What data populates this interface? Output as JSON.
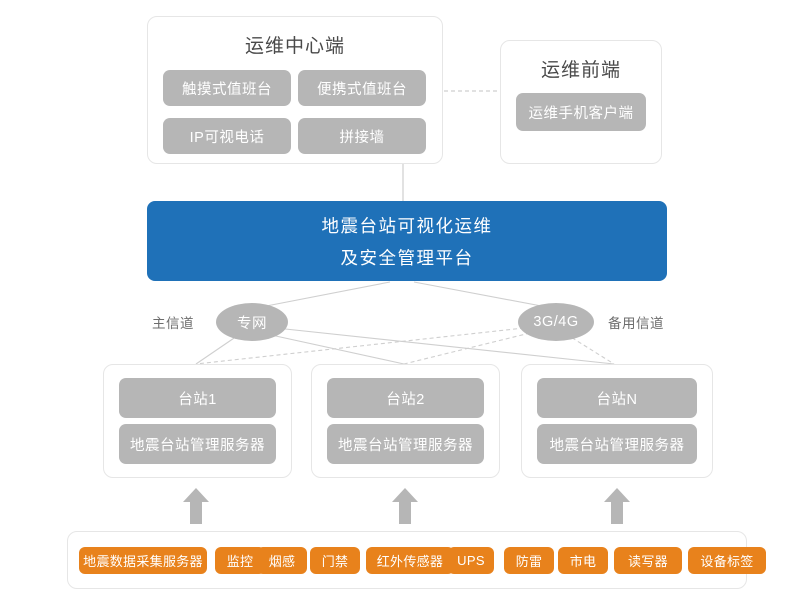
{
  "diagram": {
    "title": "地震台站可视化运维及安全管理平台架构图",
    "colors": {
      "platform_blue": "#1f71b8",
      "chip_grey": "#b6b6b6",
      "tag_orange": "#e8821c",
      "panel_border": "#e6e6e6",
      "wire_grey": "#cfcfcf",
      "text_dark": "#4a4a4a"
    }
  },
  "ops_center": {
    "title": "运维中心端",
    "chips": [
      {
        "label": "触摸式值班台"
      },
      {
        "label": "便携式值班台"
      },
      {
        "label": "IP可视电话"
      },
      {
        "label": "拼接墙"
      }
    ]
  },
  "ops_front": {
    "title": "运维前端",
    "chips": [
      {
        "label": "运维手机客户端"
      }
    ]
  },
  "platform": {
    "line1": "地震台站可视化运维",
    "line2": "及安全管理平台"
  },
  "channels": {
    "primary_label": "主信道",
    "primary_node": "专网",
    "backup_node": "3G/4G",
    "backup_label": "备用信道"
  },
  "stations": [
    {
      "name": "台站1",
      "server": "地震台站管理服务器"
    },
    {
      "name": "台站2",
      "server": "地震台站管理服务器"
    },
    {
      "name": "台站N",
      "server": "地震台站管理服务器"
    }
  ],
  "devices": [
    {
      "label": "地震数据采集服务器",
      "width": 128
    },
    {
      "label": "监控",
      "width": 50
    },
    {
      "label": "烟感",
      "width": 50
    },
    {
      "label": "门禁",
      "width": 50
    },
    {
      "label": "红外传感器",
      "width": 88
    },
    {
      "label": "UPS",
      "width": 46
    },
    {
      "label": "防雷",
      "width": 50
    },
    {
      "label": "市电",
      "width": 50
    },
    {
      "label": "读写器",
      "width": 68
    },
    {
      "label": "设备标签",
      "width": 78
    }
  ]
}
